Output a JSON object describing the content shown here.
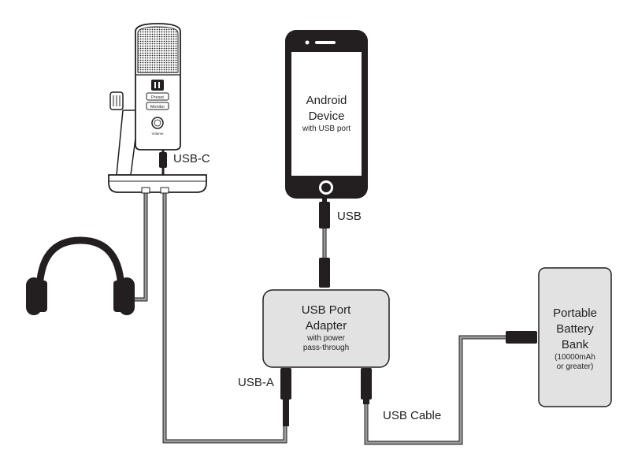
{
  "labels": {
    "usb_c": "USB-C",
    "usb": "USB",
    "usb_a": "USB-A",
    "usb_cable": "USB Cable"
  },
  "phone": {
    "line1": "Android",
    "line2": "Device",
    "sub": "with USB port"
  },
  "adapter": {
    "line1": "USB Port",
    "line2": "Adapter",
    "sub1": "with power",
    "sub2": "pass-through"
  },
  "battery": {
    "line1": "Portable",
    "line2": "Battery",
    "line3": "Bank",
    "sub1": "(10000mAh",
    "sub2": "or greater)"
  },
  "mic": {
    "btn1": "Preset",
    "btn2": "Monitor",
    "knob_label": "Volume"
  },
  "colors": {
    "line": "#231f20",
    "cable": "#8a8a8a",
    "box_fill": "#e2e2e2",
    "phone_body": "#231f20"
  }
}
